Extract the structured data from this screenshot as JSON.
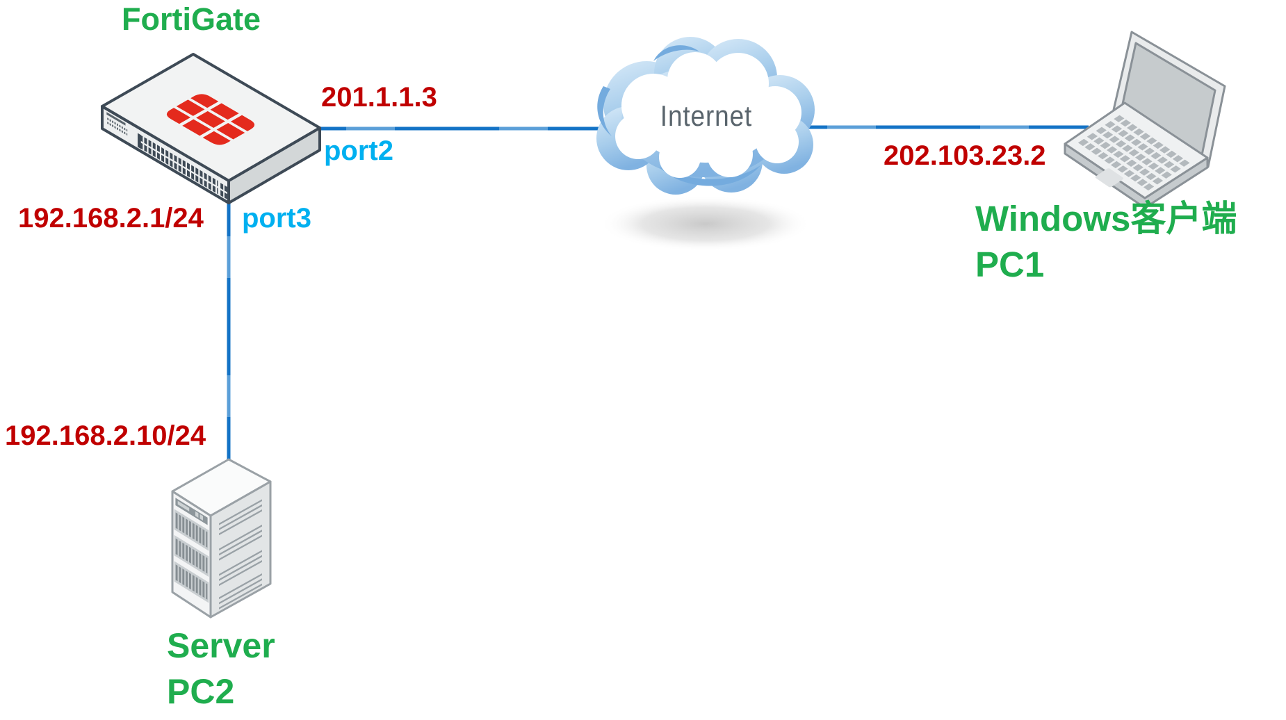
{
  "diagram": {
    "fortigate": {
      "name": "FortiGate",
      "wan_ip": "201.1.1.3",
      "wan_port": "port2",
      "lan_ip": "192.168.2.1/24",
      "lan_port": "port3"
    },
    "internet": {
      "name": "Internet"
    },
    "pc1": {
      "name": "Windows客户端",
      "id": "PC1",
      "ip": "202.103.23.2"
    },
    "pc2": {
      "name": "Server",
      "id": "PC2",
      "ip": "192.168.2.10/24"
    },
    "colors": {
      "device_label_green": "#1FAD4E",
      "ip_red": "#C00000",
      "port_blue": "#00B0F0",
      "link_blue": "#1473C6",
      "internet_text_gray": "#59646C",
      "fortinet_logo_red": "#E42A1D"
    }
  }
}
